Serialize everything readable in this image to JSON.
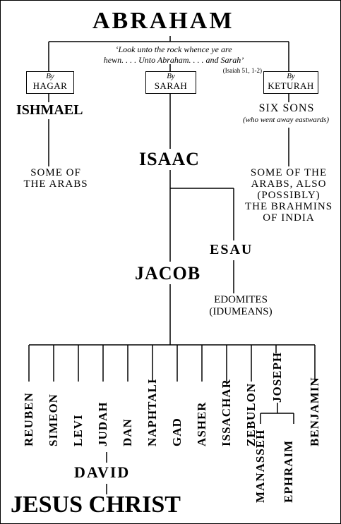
{
  "root": "ABRAHAM",
  "quote": {
    "line1": "‘Look unto the rock whence ye are",
    "line2": "hewn. . . . Unto Abraham. . . . and Sarah’",
    "reference": "(Isaiah 51, 1-2)"
  },
  "wives": [
    {
      "by": "By",
      "name": "HAGAR"
    },
    {
      "by": "By",
      "name": "SARAH"
    },
    {
      "by": "By",
      "name": "KETURAH"
    }
  ],
  "ishmael": "ISHMAEL",
  "ishmael_desc": [
    "SOME OF",
    "THE ARABS"
  ],
  "six_sons": "SIX SONS",
  "six_sons_note": "(who went away eastwards)",
  "six_sons_desc": [
    "SOME OF THE",
    "ARABS, ALSO",
    "(POSSIBLY)",
    "THE BRAHMINS",
    "OF INDIA"
  ],
  "isaac": "ISAAC",
  "esau": "ESAU",
  "jacob": "JACOB",
  "edomites": [
    "EDOMITES",
    "(IDUMEANS)"
  ],
  "tribes": [
    "REUBEN",
    "SIMEON",
    "LEVI",
    "JUDAH",
    "DAN",
    "NAPHTALI",
    "GAD",
    "ASHER",
    "ISSACHAR",
    "ZEBULON",
    "JOSEPH",
    "BENJAMIN"
  ],
  "joseph_sons": [
    "MANASSEH",
    "EPHRAIM"
  ],
  "david": "DAVID",
  "jesus": "JESUS CHRIST"
}
